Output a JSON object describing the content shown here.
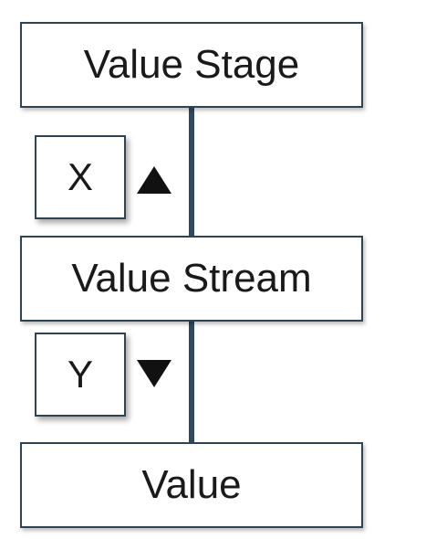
{
  "diagram": {
    "nodes": {
      "stage": "Value Stage",
      "stream": "Value Stream",
      "value": "Value"
    },
    "labels": {
      "upper": "X",
      "lower": "Y"
    },
    "arrows": {
      "upper": "up",
      "lower": "down"
    },
    "colors": {
      "border": "#2f4356",
      "connector": "#2e4a5e",
      "arrow": "#111111",
      "text": "#1a1a1a"
    }
  }
}
